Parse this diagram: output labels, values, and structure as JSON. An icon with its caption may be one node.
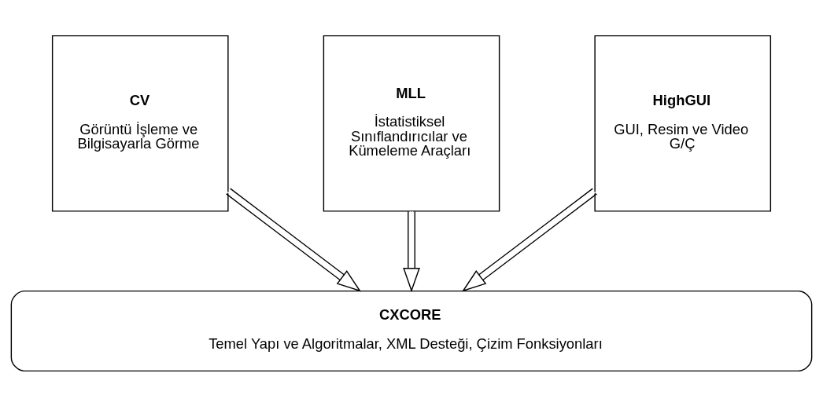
{
  "diagram": {
    "nodes": [
      {
        "text": [
          "CV",
          "Görüntü İşleme ve Bilgisayarla Görme"
        ]
      },
      {
        "text": [
          "MLL",
          "İstatistiksel Sınıflandırıcılar ve Kümeleme Araçları"
        ]
      },
      {
        "text": [
          "HighGUI",
          "GUI, Resim ve Video G/Ç"
        ]
      },
      {
        "text": [
          "CXCORE",
          "Temel Yapı ve Algoritmalar, XML Desteği, Çizim Fonksiyonları"
        ]
      }
    ],
    "edges": [
      {
        "from": 0,
        "to": 3,
        "arrow": "to"
      },
      {
        "from": 1,
        "to": 3,
        "arrow": "to"
      },
      {
        "from": 2,
        "to": 3,
        "arrow": "to"
      }
    ]
  }
}
